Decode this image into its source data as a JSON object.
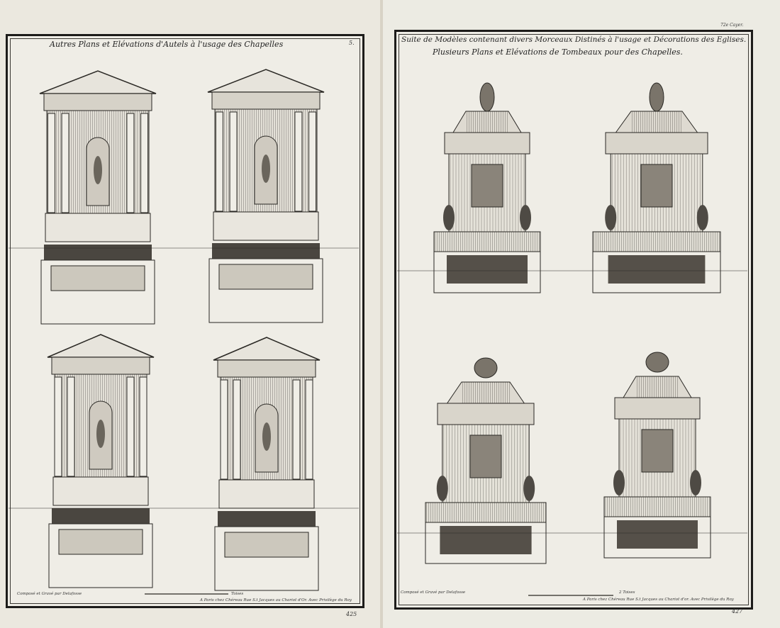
{
  "left_sheet": {
    "title": "Autres Plans et Elévations d'Autels à l'usage des Chapelles",
    "plate_number": "5.",
    "engraver": "Composé et Gravé par Delafosse",
    "scale_label": "Toises",
    "publisher": "A Paris chez Chéreau Rue S.t Jacques au Chariot d'Or. Avec Privilège du Roy",
    "page_number": "425"
  },
  "right_sheet": {
    "cahier": "72e Cayer.",
    "title_line1": "Suite de Modèles contenant divers Morceaux Distinés à l'usage et Décorations des Eglises.",
    "title_line2": "Plusieurs Plans et Elévations de Tombeaux pour des Chapelles.",
    "engraver": "Composé et Gravé par Delafosse",
    "scale_label": "2 Toises",
    "publisher": "A Paris chez Chéreau Rue S.t Jacques au Chariot d'or. Avec Privilège du Roy",
    "page_number": "427"
  }
}
